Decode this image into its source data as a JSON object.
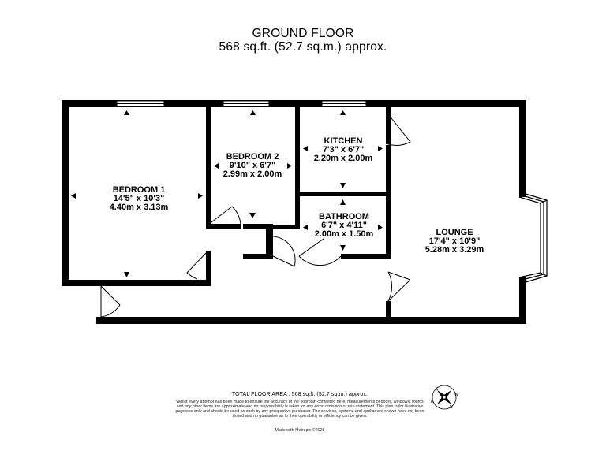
{
  "header": {
    "floor_label": "GROUND FLOOR",
    "floor_area": "568 sq.ft. (52.7 sq.m.) approx."
  },
  "rooms": {
    "bedroom1": {
      "name": "BEDROOM 1",
      "imperial": "14'5\"  x 10'3\"",
      "metric": "4.40m  x 3.13m"
    },
    "bedroom2": {
      "name": "BEDROOM 2",
      "imperial": "9'10\"  x 6'7\"",
      "metric": "2.99m  x 2.00m"
    },
    "kitchen": {
      "name": "KITCHEN",
      "imperial": "7'3\"  x 6'7\"",
      "metric": "2.20m  x 2.00m"
    },
    "bathroom": {
      "name": "BATHROOM",
      "imperial": "6'7\"  x 4'11\"",
      "metric": "2.00m  x 1.50m"
    },
    "lounge": {
      "name": "LOUNGE",
      "imperial": "17'4\"  x 10'9\"",
      "metric": "5.28m  x 3.29m"
    }
  },
  "footer": {
    "total_area": "TOTAL FLOOR AREA : 568 sq.ft. (52.7 sq.m.) approx.",
    "disclaimer": "Whilst every attempt has been made to ensure the accuracy of the floorplan contained here, measurements of doors, windows, rooms and any other items are approximate and no responsibility is taken for any error, omission or mis-statement. This plan is for illustrative purposes only and should be used as such by any prospective purchaser. The services, systems and appliances shown have not been tested and no guarantee as to their operability or efficiency can be given.",
    "made_with": "Made with Metropix ©2025"
  },
  "compass": {
    "icon": "compass-icon",
    "letters": [
      "S",
      "N",
      "E",
      "W"
    ]
  },
  "colors": {
    "wall": "#000000",
    "background": "#ffffff",
    "window": "#ffffff"
  }
}
